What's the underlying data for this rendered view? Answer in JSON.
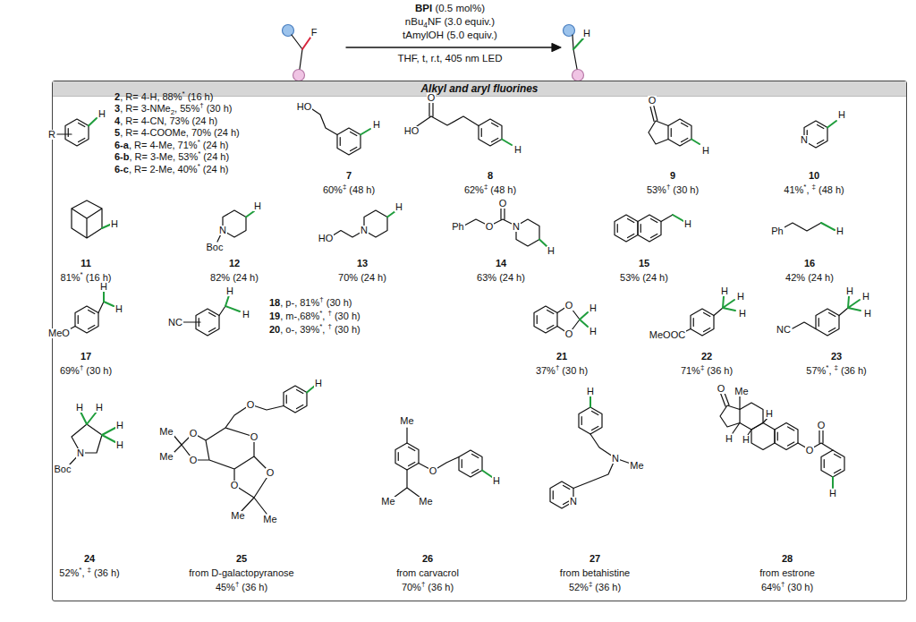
{
  "diagram": {
    "nodes": [
      {
        "text": [
          "Alkyl and aryl fluorines"
        ]
      }
    ],
    "labels": [
      "BPI (0.5 mol%)",
      "nBu4NF (3.0 equiv.)",
      "tAmylOH (5.0 equiv.)",
      "THF, t, r.t, 405 nm LED",
      "F",
      "H",
      "2, R= 4-H, 88%* (16 h)",
      "3, R= 3-NMe2, 55%† (30 h)",
      "4, R= 4-CN, 73% (24 h)",
      "5, R= 4-COOMe, 70% (24 h)",
      "6-a, R= 4-Me, 71%* (24 h)",
      "6-b, R= 3-Me, 53%* (24 h)",
      "6-c, R= 2-Me, 40%* (24 h)",
      "R",
      "H",
      "HO",
      "H",
      "7",
      "60%‡ (48 h)",
      "O",
      "HO",
      "H",
      "8",
      "62%‡ (48 h)",
      "O",
      "H",
      "9",
      "53%† (30 h)",
      "N",
      "H",
      "10",
      "41%*, ‡ (48 h)",
      "H",
      "11",
      "81%* (16 h)",
      "N",
      "Boc",
      "H",
      "12",
      "82% (24 h)",
      "HO",
      "N",
      "H",
      "13",
      "70% (24 h)",
      "O",
      "Ph",
      "O",
      "N",
      "H",
      "14",
      "63% (24 h)",
      "H",
      "15",
      "53% (24 h)",
      "Ph",
      "H",
      "16",
      "42% (24 h)",
      "MeO",
      "H",
      "H",
      "17",
      "69%† (30 h)",
      "NC",
      "H",
      "H",
      "18, p-, 81%† (30 h)",
      "19, m-,68%*, † (30 h)",
      "20, o-, 39%*, † (30 h)",
      "O",
      "O",
      "H",
      "H",
      "21",
      "37%† (30 h)",
      "MeOOC",
      "H",
      "H",
      "H",
      "22",
      "71%‡ (36 h)",
      "NC",
      "H",
      "H",
      "H",
      "23",
      "57%*, ‡ (36 h)",
      "H",
      "H",
      "H",
      "H",
      "N",
      "Boc",
      "24",
      "52%*, ‡ (36 h)",
      "H",
      "O",
      "O",
      "O",
      "Me",
      "Me",
      "O",
      "O",
      "O",
      "Me",
      "Me",
      "25",
      "from D-galactopyranose",
      "45%† (36 h)",
      "Me",
      "O",
      "H",
      "Me",
      "Me",
      "26",
      "from carvacrol",
      "70%† (36 h)",
      "H",
      "N",
      "Me",
      "N",
      "27",
      "from betahistine",
      "52%‡ (36 h)",
      "O",
      "Me",
      "H",
      "H",
      "H",
      "O",
      "O",
      "H",
      "28",
      "from estrone",
      "64%† (30 h)"
    ]
  }
}
